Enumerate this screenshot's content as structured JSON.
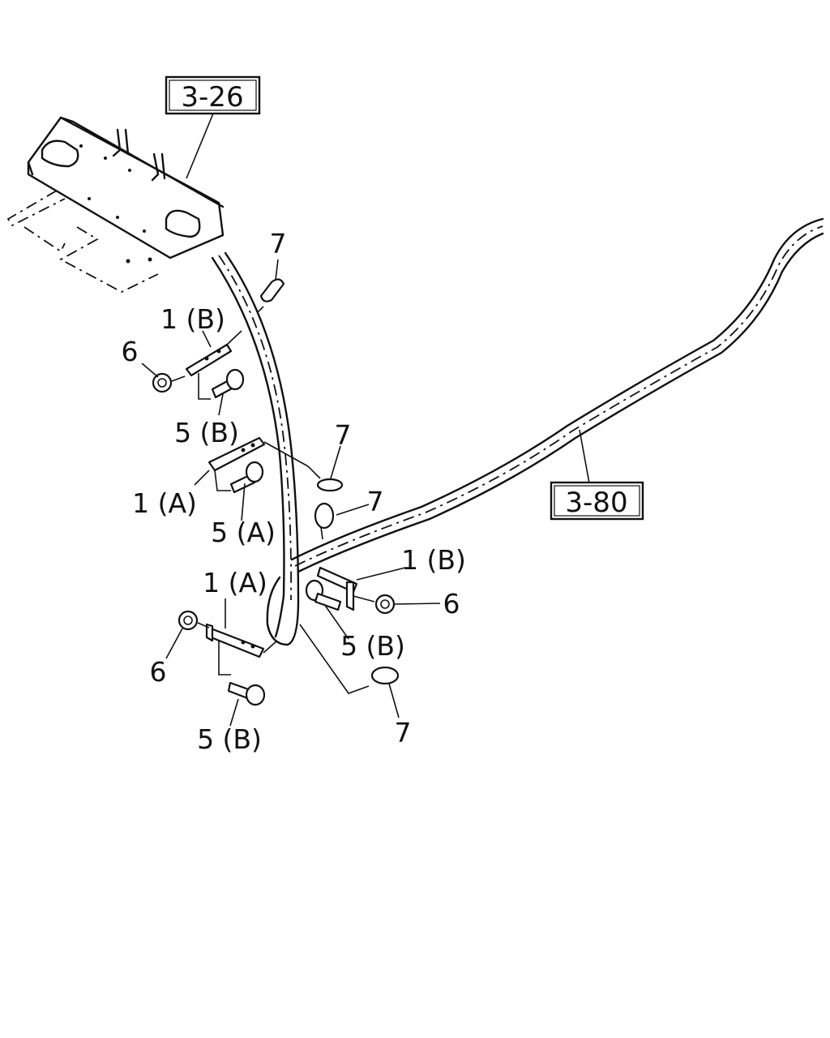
{
  "refs": {
    "ref_3_26": "3-26",
    "ref_3_80": "3-80"
  },
  "labels": {
    "l7_top": "7",
    "l1b_top": "1 (B)",
    "l6_top": "6",
    "l5b_top": "5 (B)",
    "l7_mid": "7",
    "l1a_mid": "1 (A)",
    "l7_mid2": "7",
    "l5a_mid": "5 (A)",
    "l1b_right": "1 (B)",
    "l6_right": "6",
    "l1a_low": "1 (A)",
    "l5b_right": "5 (B)",
    "l6_low": "6",
    "l7_low": "7",
    "l5b_low": "5 (B)"
  }
}
